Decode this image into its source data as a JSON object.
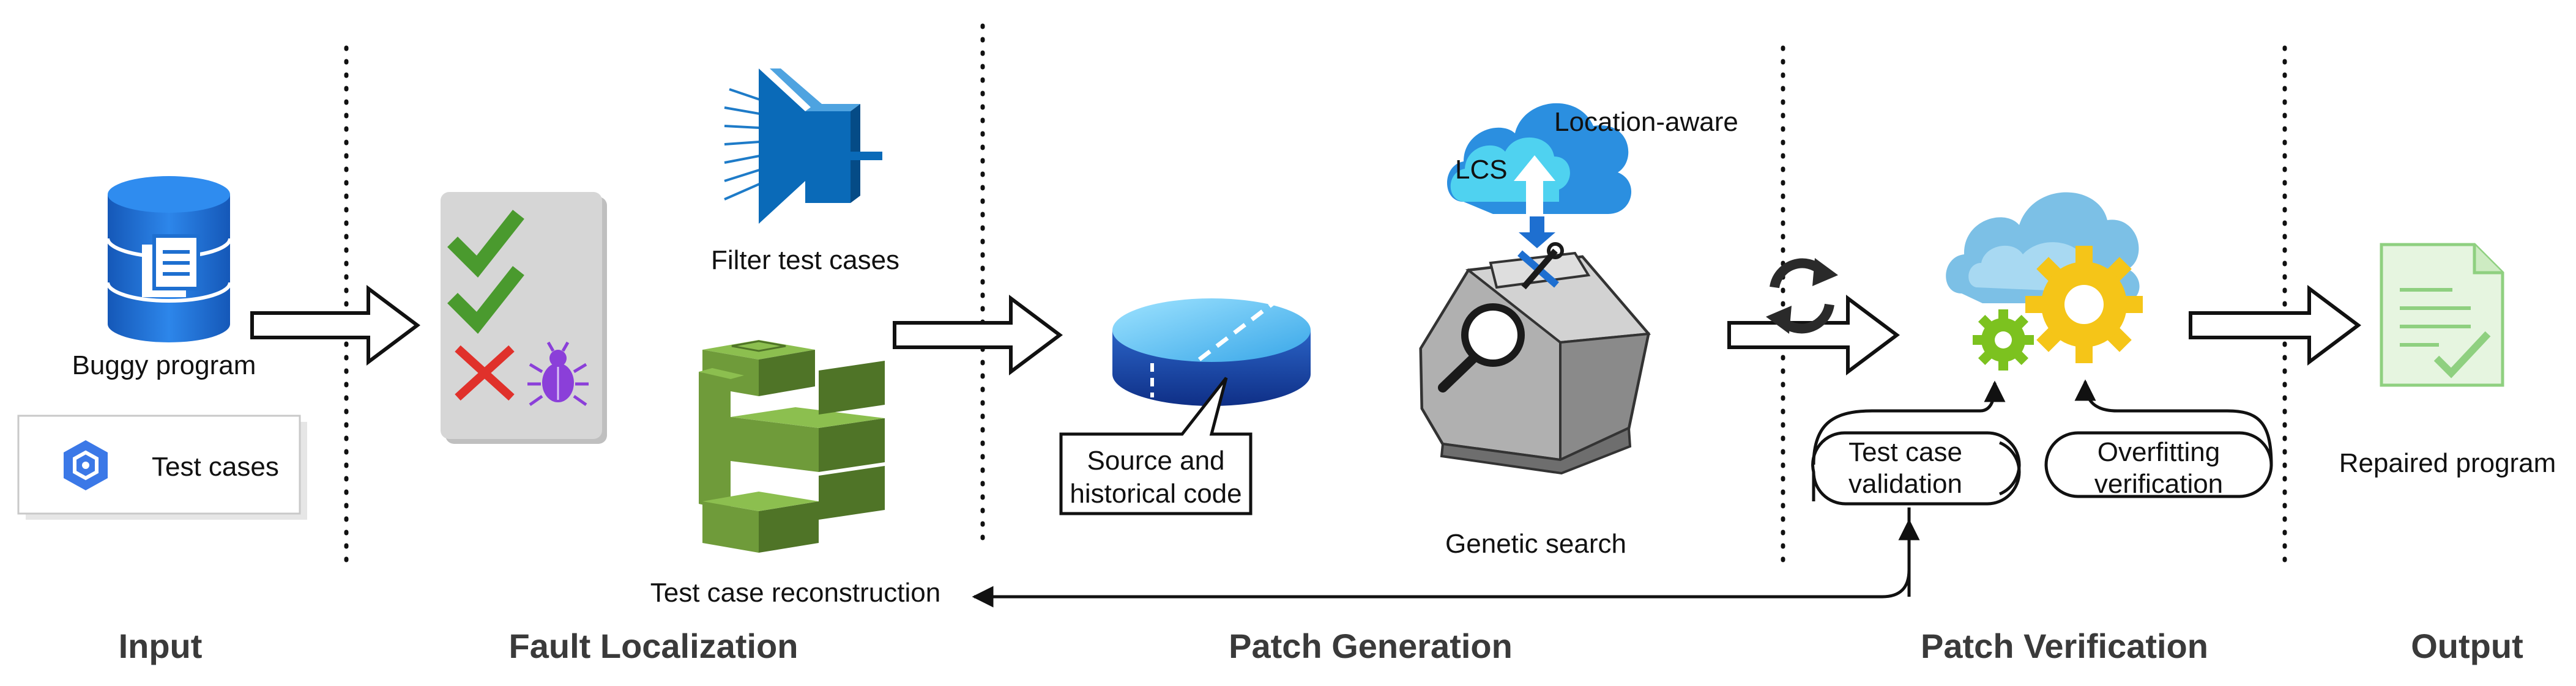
{
  "input": {
    "buggy_program": "Buggy program",
    "test_cases": "Test cases"
  },
  "fault_localization": {
    "filter_test_cases": "Filter test cases",
    "test_case_reconstruction": "Test case reconstruction"
  },
  "patch_generation": {
    "source_line1": "Source and",
    "source_line2": "historical code",
    "location_aware": "Location-aware",
    "lcs": "LCS",
    "genetic_search": "Genetic search"
  },
  "patch_verification": {
    "validation_line1": "Test case",
    "validation_line2": "validation",
    "overfitting_line1": "Overfitting",
    "overfitting_line2": "verification"
  },
  "output": {
    "repaired_program": "Repaired program"
  },
  "stages": {
    "input": "Input",
    "fault_localization": "Fault Localization",
    "patch_generation": "Patch Generation",
    "patch_verification": "Patch Verification",
    "output": "Output"
  },
  "colors": {
    "db_blue": "#1e6fd0",
    "check_green": "#4a9a2e",
    "cross_red": "#e0312b",
    "bug_purple": "#8b3fd9",
    "aws_green": "#6f9b3a",
    "cloud_blue": "#2b8fe0",
    "gear_yellow": "#f5c518",
    "gear_green": "#7cc21f",
    "doc_green": "#8fd080"
  }
}
